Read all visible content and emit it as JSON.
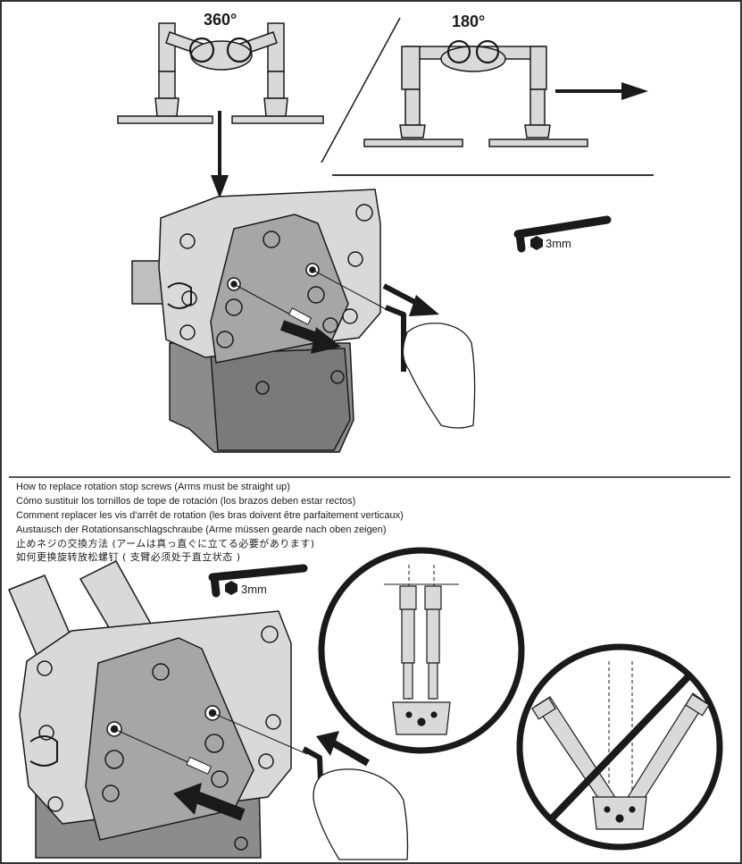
{
  "top_panel": {
    "rotation_360_label": "360°",
    "rotation_180_label": "180°",
    "hex_key_size": "3mm"
  },
  "instructions": {
    "lines": [
      "How to replace rotation stop screws (Arms must be straight up)",
      "Cómo sustituir los tornillos de tope de rotación (los brazos deben estar rectos)",
      "Comment replacer les vis d'arrêt de rotation (les bras doivent être parfaitement verticaux)",
      "Austausch der Rotationsanschlagschraube (Arme müssen gearde nach oben zeigen)",
      "止めネジの交換方法 (アームは真っ直ぐに立てる必要があります)",
      "如何更换旋转放松螺钉 ( 支臂必须处于直立状态 )"
    ],
    "hex_key_size": "3mm"
  },
  "colors": {
    "line": "#1a1a1a",
    "part_light": "#d9d9d9",
    "part_mid": "#a6a6a6",
    "part_dark": "#7f7f7f",
    "background": "#ffffff"
  }
}
